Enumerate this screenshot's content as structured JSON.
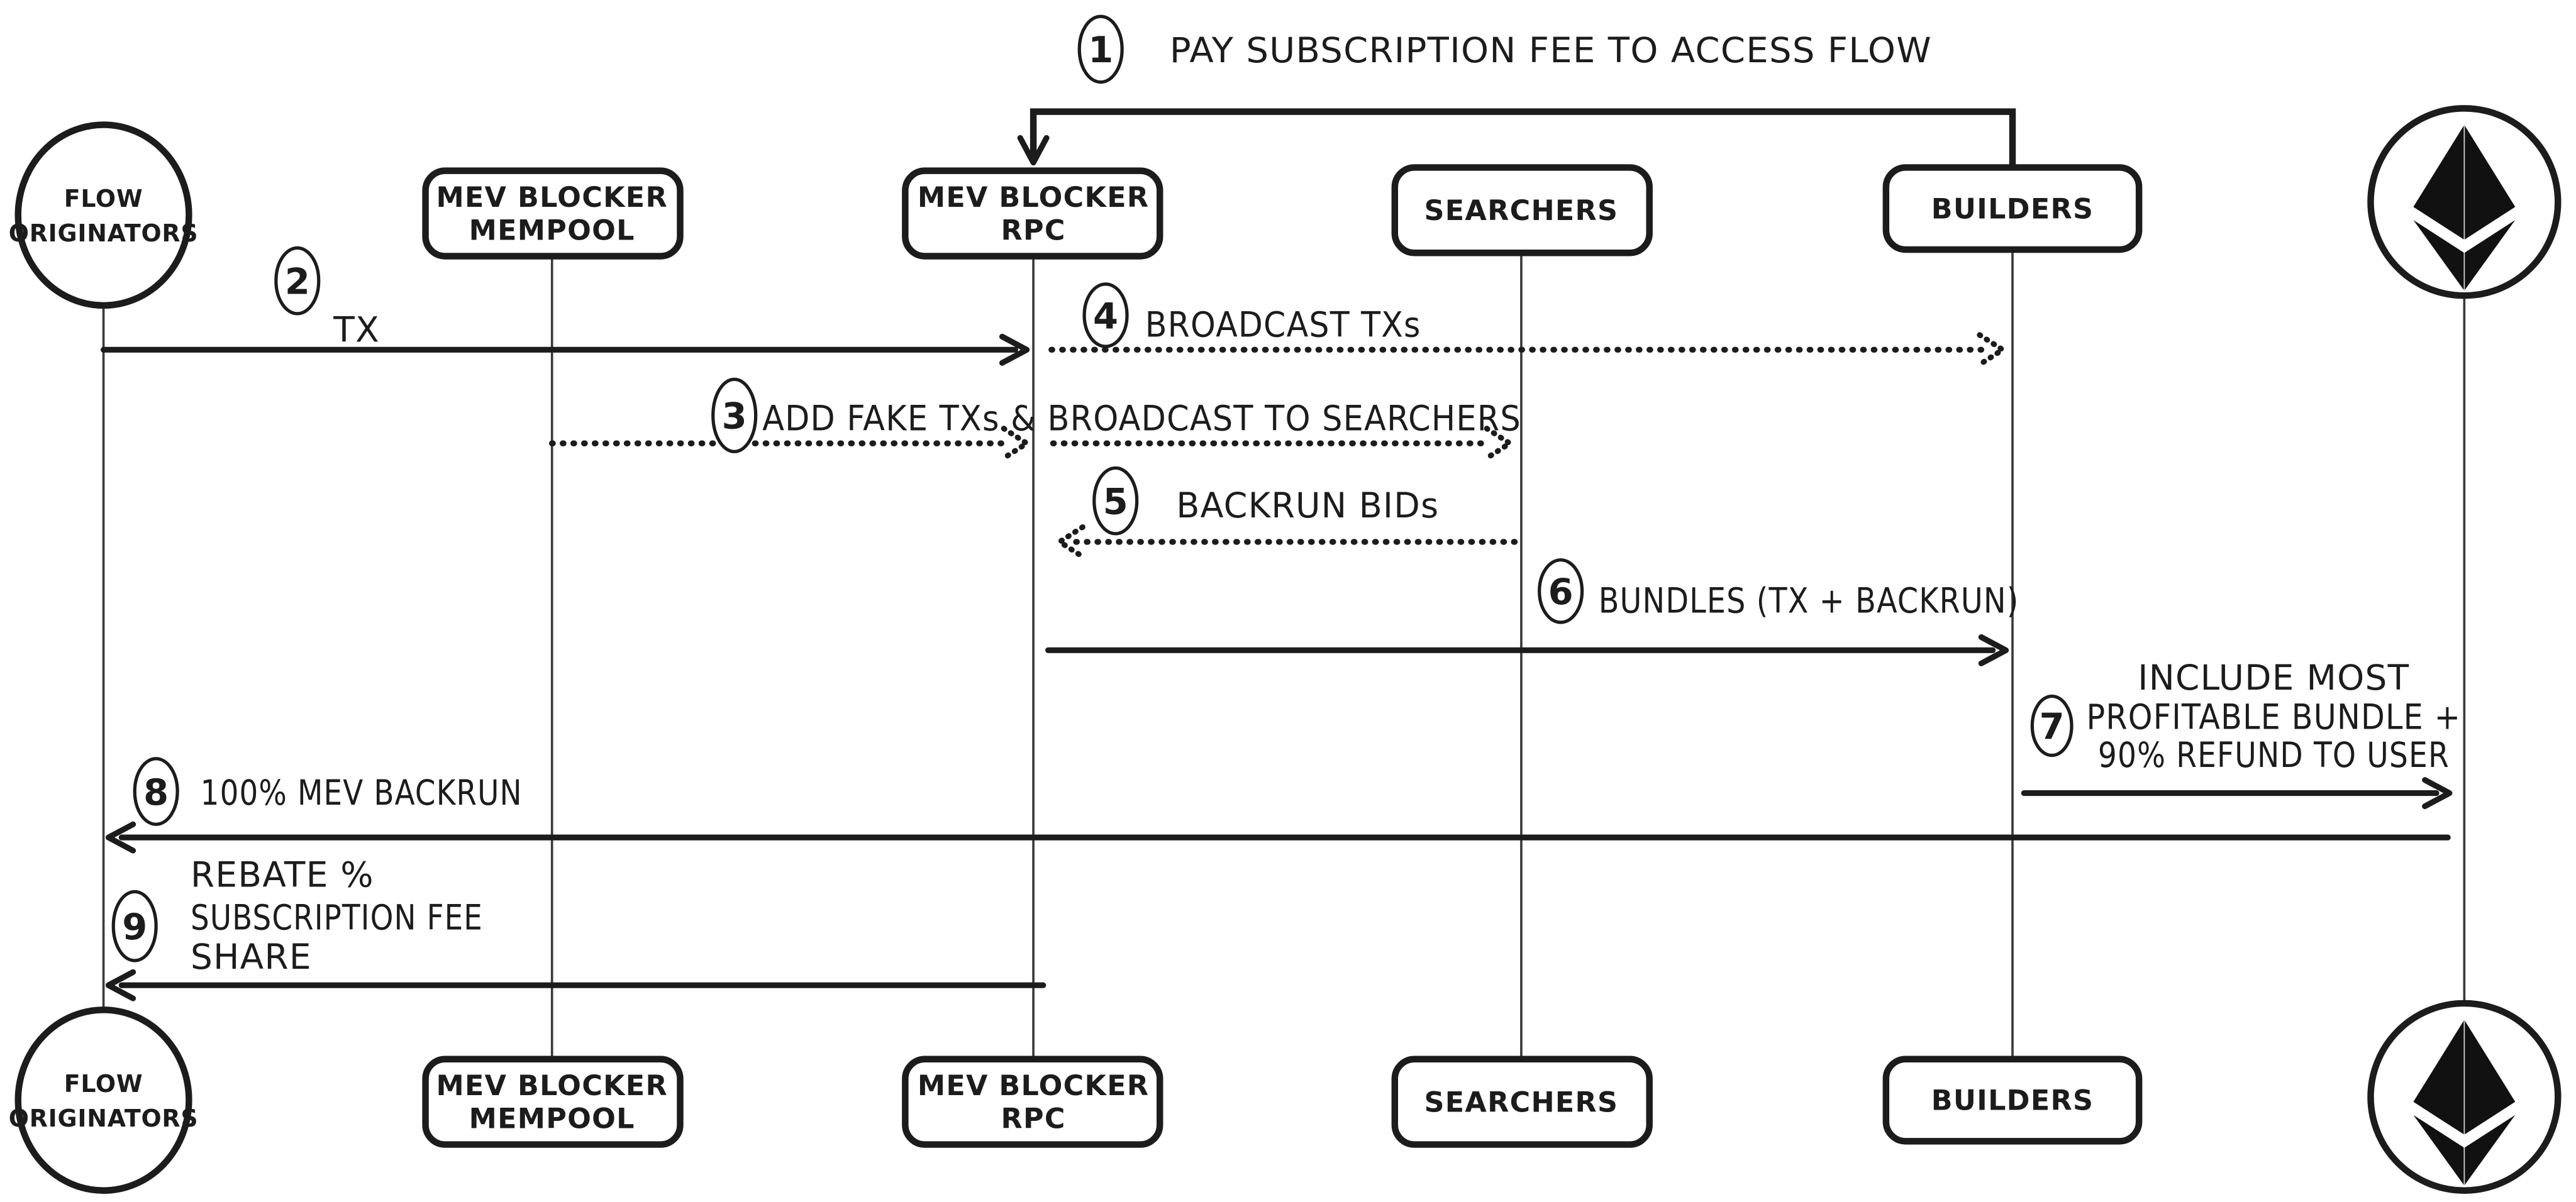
{
  "meta": {
    "diagram_type": "sequence-diagram",
    "ink_color": "#1c1c1c",
    "background_color": "#ffffff"
  },
  "actors": {
    "flow_originators": {
      "line1": "FLOW",
      "line2": "ORIGINATORS",
      "shape": "circle"
    },
    "mev_blocker_mempool": {
      "line1": "MEV BLOCKER",
      "line2": "MEMPOOL",
      "shape": "rounded-box"
    },
    "mev_blocker_rpc": {
      "line1": "MEV BLOCKER",
      "line2": "RPC",
      "shape": "rounded-box"
    },
    "searchers": {
      "label": "SEARCHERS",
      "shape": "rounded-box"
    },
    "builders": {
      "label": "BUILDERS",
      "shape": "rounded-box"
    },
    "ethereum": {
      "icon": "ethereum-logo",
      "shape": "circle-logo"
    }
  },
  "steps": {
    "s1": {
      "number": "1",
      "label": "PAY SUBSCRIPTION FEE TO ACCESS FLOW",
      "from": "BUILDERS",
      "to": "MEV BLOCKER RPC",
      "line_style": "solid"
    },
    "s2": {
      "number": "2",
      "label": "TX",
      "from": "FLOW ORIGINATORS",
      "to": "MEV BLOCKER RPC",
      "line_style": "solid"
    },
    "s3": {
      "number": "3",
      "label": "ADD FAKE TXs & BROADCAST TO SEARCHERS",
      "from": "MEV BLOCKER MEMPOOL",
      "to": "SEARCHERS",
      "line_style": "dotted"
    },
    "s4": {
      "number": "4",
      "label": "BROADCAST TXs",
      "from": "MEV BLOCKER RPC",
      "to": "BUILDERS",
      "line_style": "dotted"
    },
    "s5": {
      "number": "5",
      "label": "BACKRUN BIDs",
      "from": "SEARCHERS",
      "to": "MEV BLOCKER RPC",
      "line_style": "dotted"
    },
    "s6": {
      "number": "6",
      "label": "BUNDLES (TX + BACKRUN)",
      "from": "MEV BLOCKER RPC",
      "to": "BUILDERS",
      "line_style": "solid"
    },
    "s7": {
      "number": "7",
      "lines": [
        "INCLUDE MOST",
        "PROFITABLE BUNDLE +",
        "90% REFUND TO USER"
      ],
      "from": "BUILDERS",
      "to": "ETHEREUM",
      "line_style": "solid"
    },
    "s8": {
      "number": "8",
      "label": "100% MEV BACKRUN",
      "from": "ETHEREUM",
      "to": "FLOW ORIGINATORS",
      "line_style": "solid"
    },
    "s9": {
      "number": "9",
      "lines": [
        "REBATE %",
        "SUBSCRIPTION FEE",
        "SHARE"
      ],
      "from": "MEV BLOCKER RPC",
      "to": "FLOW ORIGINATORS",
      "line_style": "solid"
    }
  }
}
